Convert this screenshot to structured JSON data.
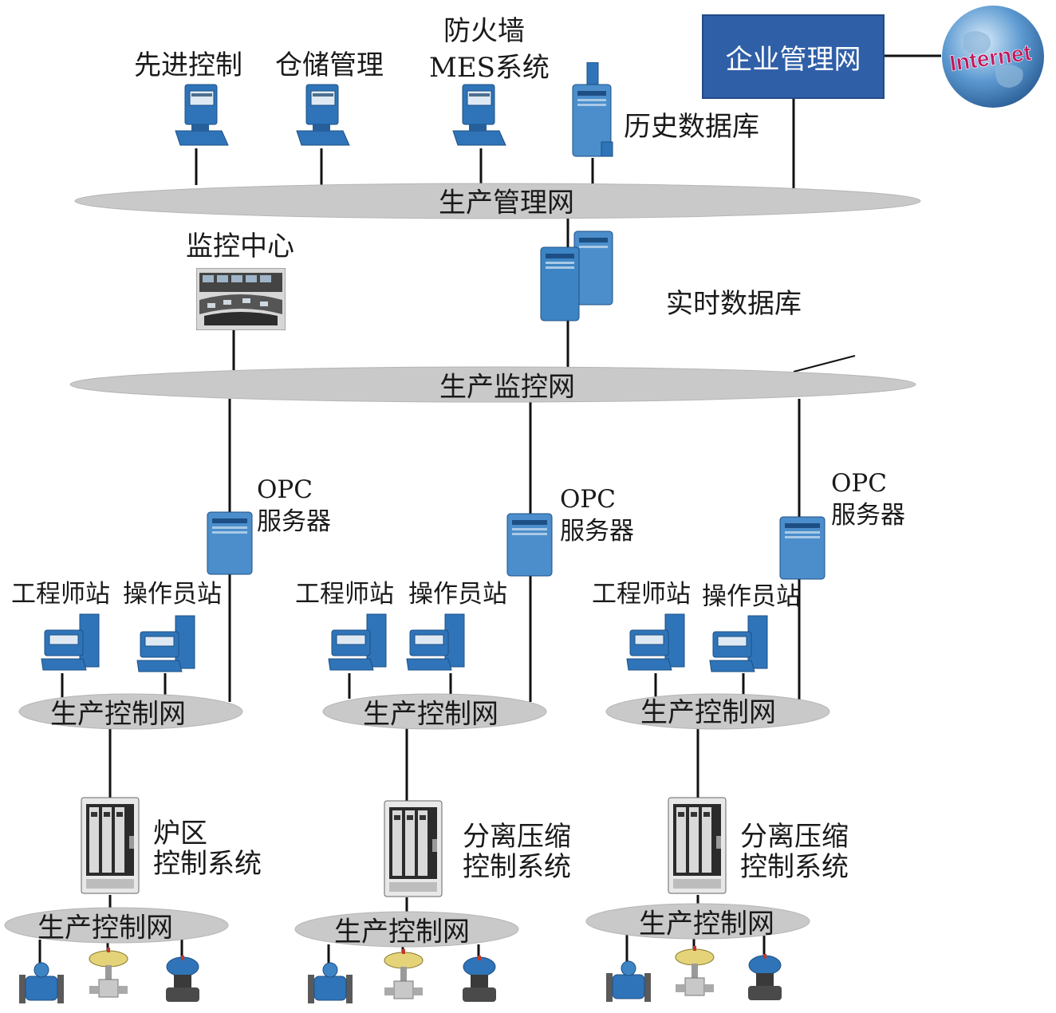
{
  "top": {
    "enterprise_network": "企业管理网",
    "internet": "Internet",
    "advanced_control": "先进控制",
    "storage_management": "仓储管理",
    "firewall": "防火墙",
    "mes_system": "MES系统",
    "history_db": "历史数据库"
  },
  "buses": {
    "production_management": "生产管理网",
    "production_monitoring": "生产监控网"
  },
  "middle": {
    "monitoring_center": "监控中心",
    "realtime_db": "实时数据库"
  },
  "opc": {
    "line1": "OPC",
    "line2": "服务器"
  },
  "sections": [
    {
      "engineer_station": "工程师站",
      "operator_station": "操作员站",
      "control_network": "生产控制网",
      "system_line1": "炉区",
      "system_line2": "控制系统",
      "field_network": "生产控制网"
    },
    {
      "engineer_station": "工程师站",
      "operator_station": "操作员站",
      "control_network": "生产控制网",
      "system_line1": "分离压缩",
      "system_line2": "控制系统",
      "field_network": "生产控制网"
    },
    {
      "engineer_station": "工程师站",
      "operator_station": "操作员站",
      "control_network": "生产控制网",
      "system_line1": "分离压缩",
      "system_line2": "控制系统",
      "field_network": "生产控制网"
    }
  ],
  "colors": {
    "bus_fill": "#c9c9c9",
    "device_blue": "#2f74b8",
    "enterprise_box": "#2f5fa7",
    "wire": "#111111"
  }
}
